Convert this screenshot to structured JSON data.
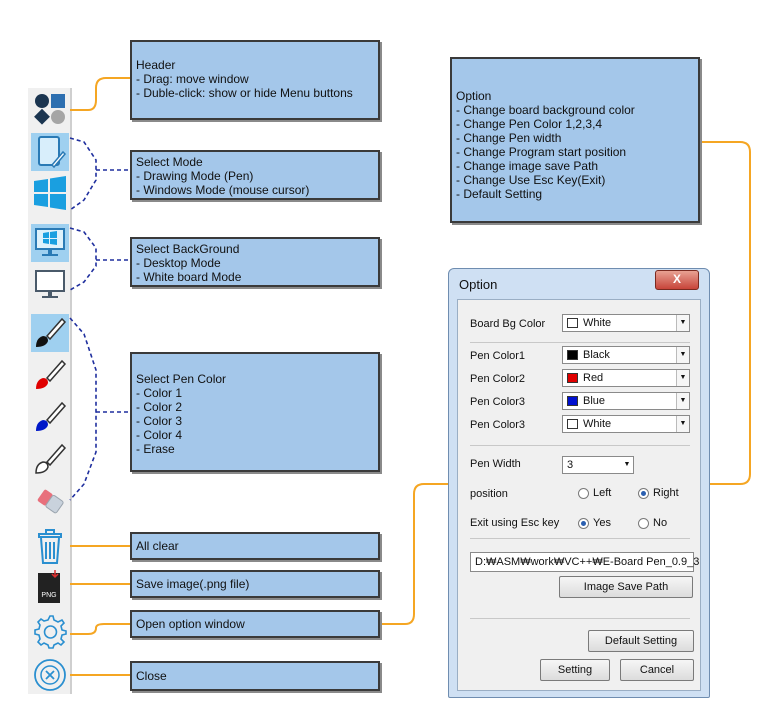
{
  "notes": {
    "header": {
      "title": "Header",
      "lines": [
        "- Drag: move window",
        "- Duble-click: show or hide Menu buttons"
      ]
    },
    "select_mode": {
      "title": "Select Mode",
      "lines": [
        "- Drawing Mode (Pen)",
        "- Windows Mode (mouse cursor)"
      ]
    },
    "select_background": {
      "title": "Select BackGround",
      "lines": [
        "- Desktop Mode",
        "- White board Mode"
      ]
    },
    "select_pen_color": {
      "title": "Select Pen Color",
      "lines": [
        "- Color 1",
        "- Color 2",
        "- Color 3",
        "- Color 4",
        "- Erase"
      ]
    },
    "all_clear": {
      "title": "All clear"
    },
    "save_image": {
      "title": "Save image(.png file)"
    },
    "open_option": {
      "title": "Open option window"
    },
    "close": {
      "title": "Close"
    },
    "option": {
      "title": "Option",
      "lines": [
        "- Change board background color",
        "- Change Pen Color 1,2,3,4",
        "- Change Pen width",
        "- Change Program start position",
        "- Change image save Path",
        "- Change Use Esc Key(Exit)",
        "- Default Setting"
      ]
    }
  },
  "toolbar": {
    "icons": [
      "header-logo-icon",
      "pen-mode-icon",
      "windows-mode-icon",
      "desktop-bg-icon",
      "whiteboard-bg-icon",
      "brush-color1-icon",
      "brush-color2-icon",
      "brush-color3-icon",
      "brush-color4-icon",
      "eraser-icon",
      "trash-icon",
      "png-file-icon",
      "gear-icon",
      "close-icon"
    ],
    "png_label": "PNG"
  },
  "dialog": {
    "title": "Option",
    "close_label": "X",
    "board_bg_label": "Board Bg Color",
    "board_bg_value": "White",
    "pen_colors": [
      {
        "label": "Pen Color1",
        "value": "Black",
        "swatch": "#000000"
      },
      {
        "label": "Pen Color2",
        "value": "Red",
        "swatch": "#e00000"
      },
      {
        "label": "Pen Color3",
        "value": "Blue",
        "swatch": "#0010d0"
      },
      {
        "label": "Pen Color3",
        "value": "White",
        "swatch": "#ffffff"
      }
    ],
    "pen_width_label": "Pen Width",
    "pen_width_value": "3",
    "position_label": "position",
    "position_left": "Left",
    "position_right": "Right",
    "position_selected": "Right",
    "esc_label": "Exit using Esc key",
    "esc_yes": "Yes",
    "esc_no": "No",
    "esc_selected": "Yes",
    "save_path": "D:₩ASM₩work₩VC++₩E-Board Pen_0.9_3",
    "image_save_path_button": "Image Save Path",
    "default_setting_button": "Default Setting",
    "setting_button": "Setting",
    "cancel_button": "Cancel"
  },
  "colors": {
    "note_bg": "#a4c7ea",
    "connector": "#f5a623",
    "dashed": "#1f2f9e"
  }
}
